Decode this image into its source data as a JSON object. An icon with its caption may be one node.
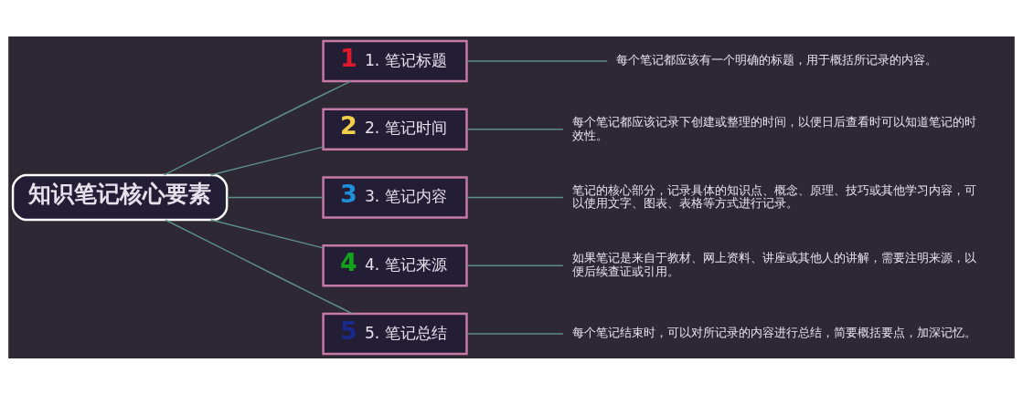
{
  "diagram": {
    "nodes": [
      {
        "text": [
          "知识笔记核心要素"
        ]
      },
      {
        "text": [
          "1",
          "1. 笔记标题"
        ]
      },
      {
        "text": [
          "2",
          "2. 笔记时间"
        ]
      },
      {
        "text": [
          "3",
          "3. 笔记内容"
        ]
      },
      {
        "text": [
          "4",
          "4. 笔记来源"
        ]
      },
      {
        "text": [
          "5",
          "5. 笔记总结"
        ]
      },
      {
        "text": [
          "每个笔记都应该有一个明确的标题，用于概括所记录的内容。"
        ]
      },
      {
        "text": [
          "每个笔记都应该记录下创建或整理的时间，以便日后查看时可以知道笔记的时效性。"
        ]
      },
      {
        "text": [
          "笔记的核心部分，记录具体的知识点、概念、原理、技巧或其他学习内容，可以使用文字、图表、表格等方式进行记录。"
        ]
      },
      {
        "text": [
          "如果笔记是来自于教材、网上资料、讲座或其他人的讲解，需要注明来源，以便后续查证或引用。"
        ]
      },
      {
        "text": [
          "每个笔记结束时，可以对所记录的内容进行总结，简要概括要点，加深记忆。"
        ]
      }
    ],
    "edges": [
      {
        "from": 0,
        "to": 1,
        "arrow": "none"
      },
      {
        "from": 0,
        "to": 2,
        "arrow": "none"
      },
      {
        "from": 0,
        "to": 3,
        "arrow": "none"
      },
      {
        "from": 0,
        "to": 4,
        "arrow": "none"
      },
      {
        "from": 0,
        "to": 5,
        "arrow": "none"
      },
      {
        "from": 1,
        "to": 6,
        "arrow": "none"
      },
      {
        "from": 2,
        "to": 7,
        "arrow": "none"
      },
      {
        "from": 3,
        "to": 8,
        "arrow": "none"
      },
      {
        "from": 4,
        "to": 9,
        "arrow": "none"
      },
      {
        "from": 5,
        "to": 10,
        "arrow": "none"
      }
    ]
  }
}
